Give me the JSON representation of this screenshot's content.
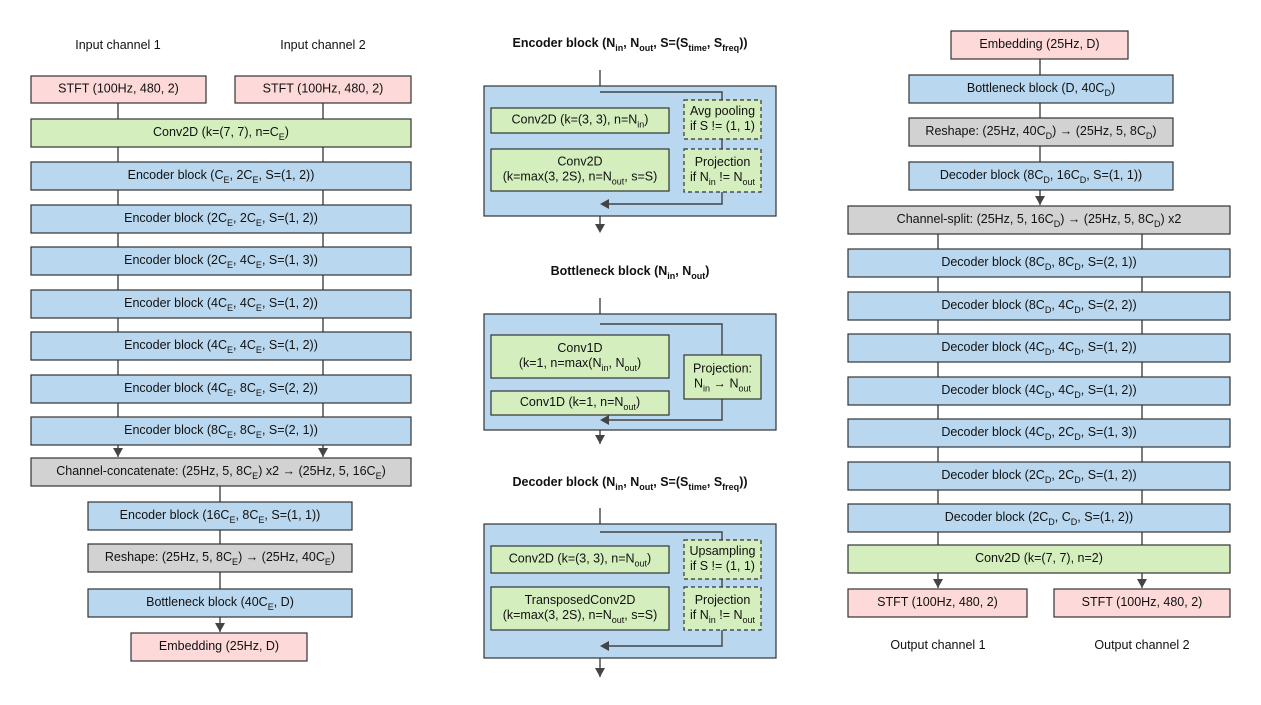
{
  "colors": {
    "pink": "#fdd9d9",
    "green": "#d4eebd",
    "blue": "#b9d8ef",
    "gray": "#d2d2d2",
    "panel": "#b9d8ef",
    "stroke": "#333333",
    "edge": "#444444"
  },
  "left": {
    "input1": "Input channel 1",
    "input2": "Input channel 2",
    "stft1": "STFT (100Hz, 480, 2)",
    "stft2": "STFT (100Hz, 480, 2)",
    "conv": "Conv2D (k=(7, 7), n=C_E)",
    "enc": [
      "Encoder block (C_E, 2C_E, S=(1, 2))",
      "Encoder block (2C_E, 2C_E, S=(1, 2))",
      "Encoder block (2C_E, 4C_E, S=(1, 3))",
      "Encoder block (4C_E, 4C_E, S=(1, 2))",
      "Encoder block (4C_E, 4C_E, S=(1, 2))",
      "Encoder block (4C_E, 8C_E, S=(2, 2))",
      "Encoder block (8C_E, 8C_E, S=(2, 1))"
    ],
    "concat": "Channel-concatenate: (25Hz, 5, 8C_E) x2 → (25Hz, 5, 16C_E)",
    "enc_after": "Encoder block (16C_E, 8C_E, S=(1, 1))",
    "reshape": "Reshape: (25Hz, 5, 8C_E) → (25Hz, 40C_E)",
    "bottleneck": "Bottleneck block (40C_E, D)",
    "embedding": "Embedding (25Hz, D)"
  },
  "middle": {
    "encoder": {
      "title": "Encoder block (N_in, N_out, S=(S_time, S_freq))",
      "conv1": "Conv2D (k=(3, 3), n=N_in)",
      "conv2_l1": "Conv2D",
      "conv2_l2": "(k=max(3, 2S), n=N_out, s=S)",
      "side1_l1": "Avg pooling",
      "side1_l2": "if S != (1, 1)",
      "side2_l1": "Projection",
      "side2_l2": "if N_in != N_out"
    },
    "bottleneck": {
      "title": "Bottleneck block (N_in, N_out)",
      "conv1_l1": "Conv1D",
      "conv1_l2": "(k=1, n=max(N_in, N_out)",
      "conv2": "Conv1D (k=1, n=N_out)",
      "side_l1": "Projection:",
      "side_l2": "N_in → N_out"
    },
    "decoder": {
      "title": "Decoder block (N_in, N_out, S=(S_time, S_freq))",
      "conv1": "Conv2D (k=(3, 3), n=N_out)",
      "conv2_l1": "TransposedConv2D",
      "conv2_l2": "(k=max(3, 2S), n=N_out, s=S)",
      "side1_l1": "Upsampling",
      "side1_l2": "if S != (1, 1)",
      "side2_l1": "Projection",
      "side2_l2": "if N_in != N_out"
    }
  },
  "right": {
    "embedding": "Embedding (25Hz, D)",
    "bottleneck": "Bottleneck block (D, 40C_D)",
    "reshape": "Reshape: (25Hz, 40C_D) → (25Hz, 5, 8C_D)",
    "dec_first": "Decoder block (8C_D, 16C_D, S=(1, 1))",
    "split": "Channel-split: (25Hz, 5, 16C_D) → (25Hz, 5, 8C_D) x2",
    "dec": [
      "Decoder block (8C_D, 8C_D, S=(2, 1))",
      "Decoder block (8C_D, 4C_D, S=(2, 2))",
      "Decoder block (4C_D, 4C_D, S=(1, 2))",
      "Decoder block (4C_D, 4C_D, S=(1, 2))",
      "Decoder block (4C_D, 2C_D, S=(1, 3))",
      "Decoder block (2C_D, 2C_D, S=(1, 2))",
      "Decoder block (2C_D, C_D, S=(1, 2))"
    ],
    "conv": "Conv2D (k=(7, 7), n=2)",
    "stft1": "STFT (100Hz, 480, 2)",
    "stft2": "STFT (100Hz, 480, 2)",
    "output1": "Output channel 1",
    "output2": "Output channel 2"
  }
}
